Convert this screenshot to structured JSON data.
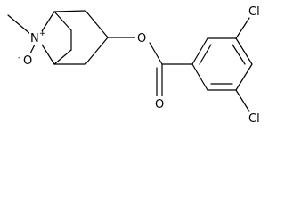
{
  "molecule": {
    "atoms": {
      "n_label": "N",
      "n_charge": "+",
      "o_oxide_label": "O",
      "o_oxide_charge": "-",
      "o_ester_label": "O",
      "o_carbonyl_label": "O",
      "cl_top_label": "Cl",
      "cl_bottom_label": "Cl"
    },
    "colors": {
      "bond": "#000000",
      "text": "#000000",
      "background": "#ffffff"
    }
  }
}
